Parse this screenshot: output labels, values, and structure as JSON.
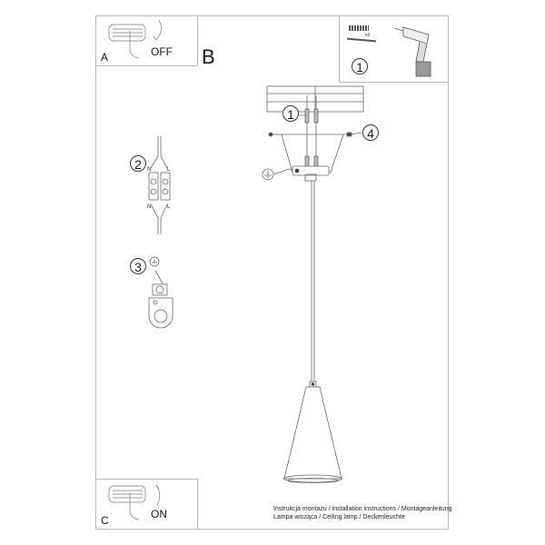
{
  "panels": {
    "a": {
      "letter": "A",
      "label": "OFF",
      "icon": "switch-off-icon"
    },
    "b": {
      "letter": "B"
    },
    "c": {
      "letter": "C",
      "label": "ON",
      "icon": "switch-on-icon"
    },
    "tools": {
      "step": "1",
      "quantity": "x2",
      "icons": [
        "wall-plug-icon",
        "screw-icon",
        "drill-icon"
      ]
    }
  },
  "steps": [
    {
      "num": "1",
      "desc": "screws-and-plugs"
    },
    {
      "num": "2",
      "desc": "terminal-block",
      "labels": [
        "N",
        "L",
        "N",
        "L"
      ]
    },
    {
      "num": "3",
      "desc": "ground-connection"
    },
    {
      "num": "4",
      "desc": "side-screws"
    }
  ],
  "caption": {
    "line1": "Instrukcja montażu / installation instructions / Montageanleitung",
    "line2": "Lampa wisząca / Ceiling lamp / Deckenleuchte"
  },
  "colors": {
    "line": "#555555",
    "frame": "#b5b5b5",
    "text": "#111111"
  }
}
